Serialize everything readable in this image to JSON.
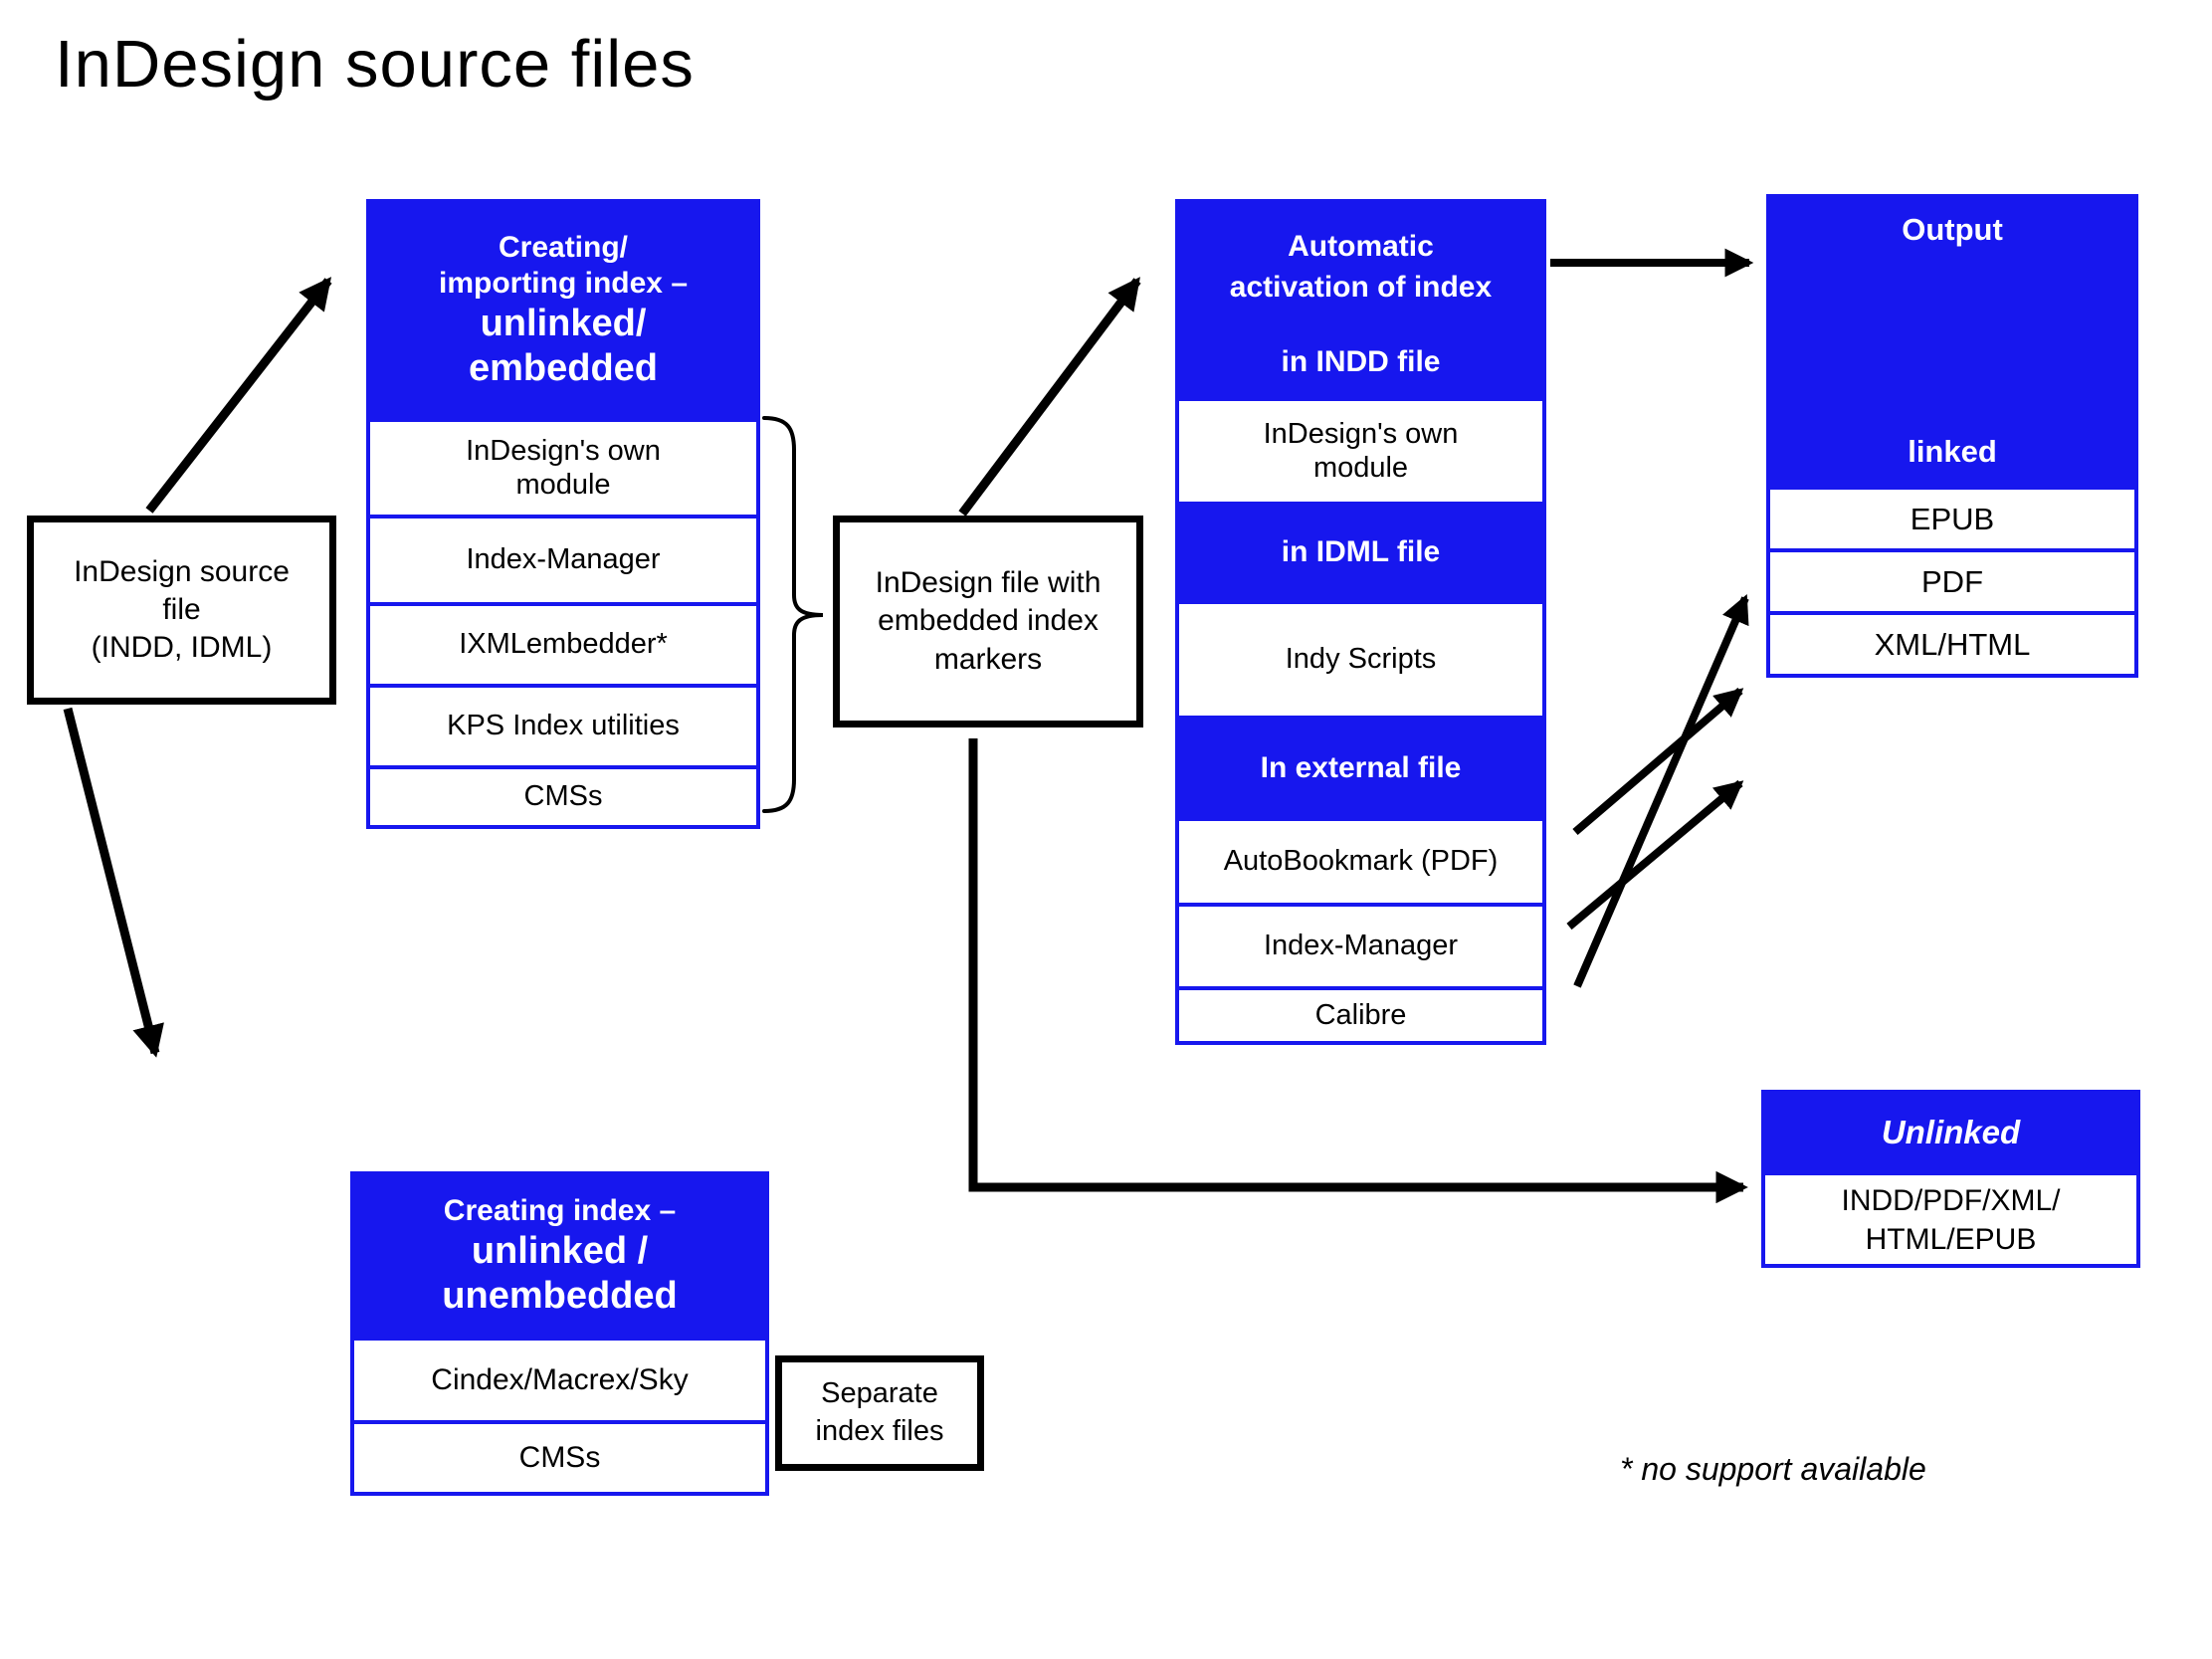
{
  "title": "InDesign source files",
  "note": "* no support available",
  "colors": {
    "accent_blue": "#1717ee",
    "text": "#000000",
    "background": "#ffffff"
  },
  "source_box": {
    "text": "InDesign source\nfile\n(INDD, IDML)"
  },
  "creating_embedded": {
    "header_top": "Creating/\nimporting index –",
    "header_main": "unlinked/\nembedded",
    "items": [
      "InDesign's own\nmodule",
      "Index-Manager",
      "IXMLembedder*",
      "KPS Index utilities",
      "CMSs"
    ]
  },
  "embedded_markers_box": {
    "text": "InDesign file with\nembedded index\nmarkers"
  },
  "activation": {
    "header": "Automatic\nactivation of index",
    "indd_label": "in INDD file",
    "rows": [
      {
        "label": "InDesign's own\nmodule"
      },
      {
        "label": "in IDML file"
      },
      {
        "label": "Indy Scripts"
      },
      {
        "label": "In external file"
      },
      {
        "label": "AutoBookmark (PDF)"
      },
      {
        "label": "Index-Manager"
      },
      {
        "label": "Calibre"
      }
    ]
  },
  "output": {
    "title": "Output",
    "linked_label": "linked",
    "items": [
      "EPUB",
      "PDF",
      "XML/HTML"
    ]
  },
  "unlinked": {
    "title": "Unlinked",
    "text": "INDD/PDF/XML/\nHTML/EPUB"
  },
  "creating_unembedded": {
    "header_top": "Creating index –",
    "header_main": "unlinked /\nunembedded",
    "items": [
      "Cindex/Macrex/Sky",
      "CMSs"
    ]
  },
  "separate_box": {
    "text": "Separate\nindex files"
  }
}
